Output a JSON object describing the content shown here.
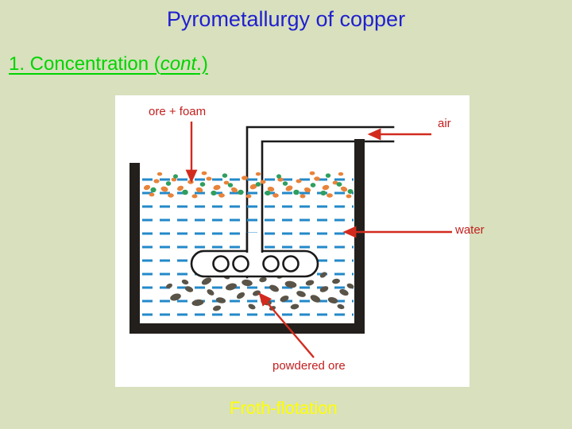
{
  "slide": {
    "title": "Pyrometallurgy of copper",
    "subtitle_prefix": "1. Concentration (",
    "subtitle_italic": "cont",
    "subtitle_suffix": ".)",
    "caption": "Froth-flotation",
    "title_color": "#2020cf",
    "subtitle_color": "#00d400",
    "caption_color": "#ffff00",
    "background_color": "#d8e0bd"
  },
  "figure": {
    "background_color": "#ffffff",
    "labels": {
      "ore_foam": "ore + foam",
      "air": "air",
      "water": "water",
      "powdered_ore": "powdered ore"
    },
    "colors": {
      "label": "#c2201f",
      "arrow": "#d22b1e",
      "tank_wall": "#231f1c",
      "water_dash": "#2389c9",
      "foam_orange": "#e8833a",
      "foam_green": "#2f9e5e",
      "ore_particle": "#5a5448",
      "pipe_outline": "#1a1a1a"
    }
  }
}
